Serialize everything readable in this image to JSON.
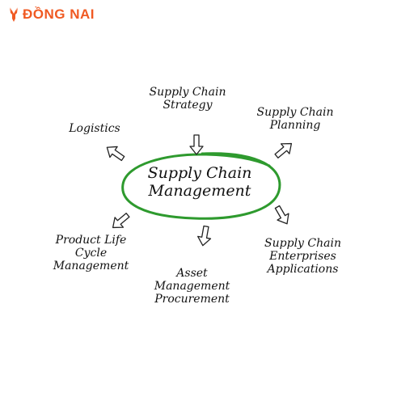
{
  "logo": {
    "text": "ĐỒNG NAI",
    "icon": "deer-head-icon",
    "color": "#f05a23"
  },
  "diagram": {
    "center": {
      "line1": "Supply Chain",
      "line2": "Management"
    },
    "ellipse_color": "#2e9a2e",
    "nodes": {
      "strategy": [
        "Supply Chain",
        "Strategy"
      ],
      "planning": [
        "Supply Chain",
        "Planning"
      ],
      "logistics": [
        "Logistics"
      ],
      "product": [
        "Product Life",
        "Cycle",
        "Management"
      ],
      "asset": [
        "Asset",
        "Management",
        "Procurement"
      ],
      "enterprise": [
        "Supply Chain",
        "Enterprises",
        "Applications"
      ]
    }
  }
}
